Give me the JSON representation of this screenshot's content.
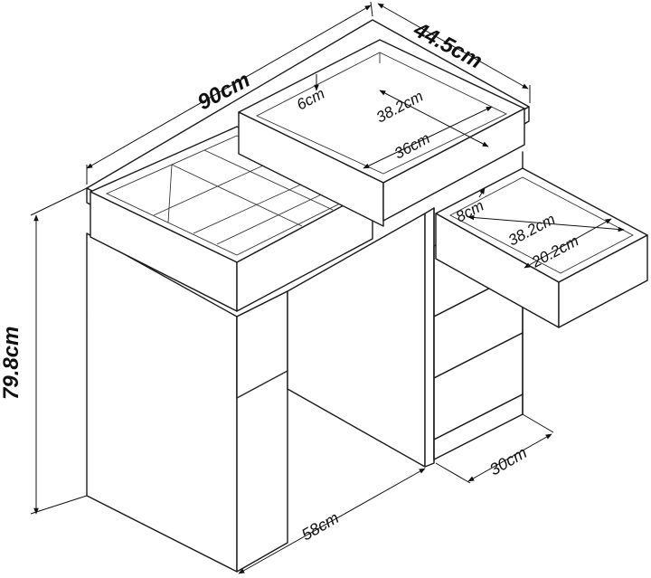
{
  "dimensions": {
    "width": "90cm",
    "depth": "44.5cm",
    "height": "79.8cm",
    "leg_span": "58cm",
    "cabinet_depth": "30cm",
    "tray_inner_depth": "6cm",
    "tray_inner_length": "38.2cm",
    "tray_inner_width": "36cm",
    "drawer_depth": "8cm",
    "drawer_length": "38.2cm",
    "drawer_width": "20.2cm"
  },
  "colors": {
    "line": "#1a1a1a",
    "background": "#ffffff"
  }
}
